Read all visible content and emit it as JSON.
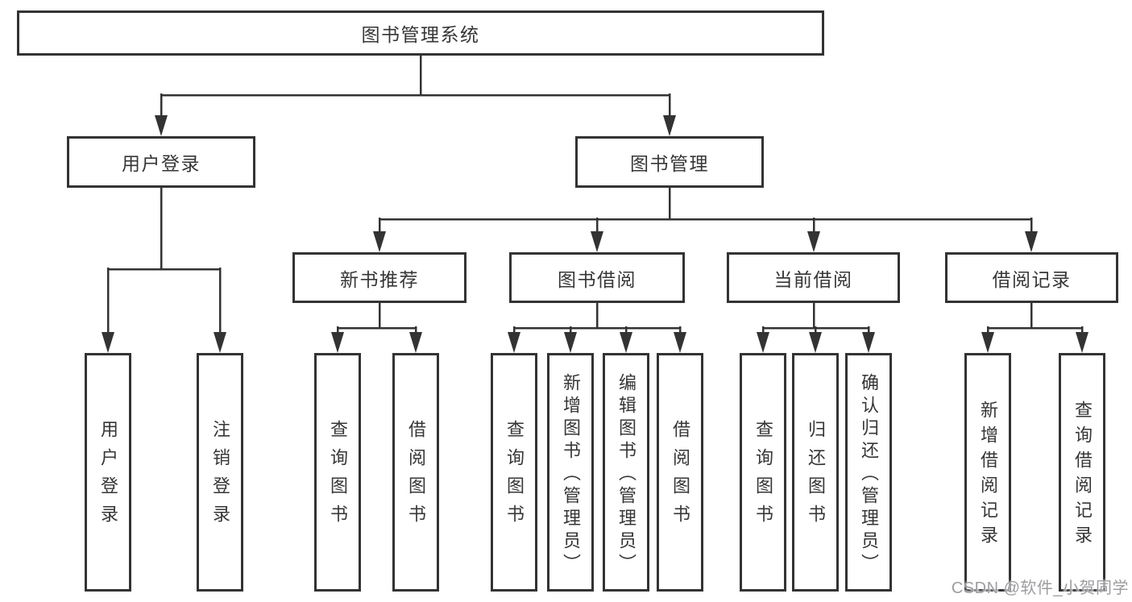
{
  "tree": {
    "label": "图书管理系统",
    "children": [
      {
        "label": "用户登录",
        "children": [
          {
            "label": "用户登录"
          },
          {
            "label": "注销登录"
          }
        ]
      },
      {
        "label": "图书管理",
        "children": [
          {
            "label": "新书推荐",
            "children": [
              {
                "label": "查询图书"
              },
              {
                "label": "借阅图书"
              }
            ]
          },
          {
            "label": "图书借阅",
            "children": [
              {
                "label": "查询图书"
              },
              {
                "label": "新增图书（管理员）"
              },
              {
                "label": "编辑图书（管理员）"
              },
              {
                "label": "借阅图书"
              }
            ]
          },
          {
            "label": "当前借阅",
            "children": [
              {
                "label": "查询图书"
              },
              {
                "label": "归还图书"
              },
              {
                "label": "确认归还（管理员）"
              }
            ]
          },
          {
            "label": "借阅记录",
            "children": [
              {
                "label": "新增借阅记录"
              },
              {
                "label": "查询借阅记录"
              }
            ]
          }
        ]
      }
    ]
  },
  "watermark": {
    "text": "CSDN @软件_小贺同学"
  },
  "colors": {
    "line": "#333333",
    "text": "#363636",
    "background": "#ffffff",
    "watermark": "#9c9ca2"
  }
}
